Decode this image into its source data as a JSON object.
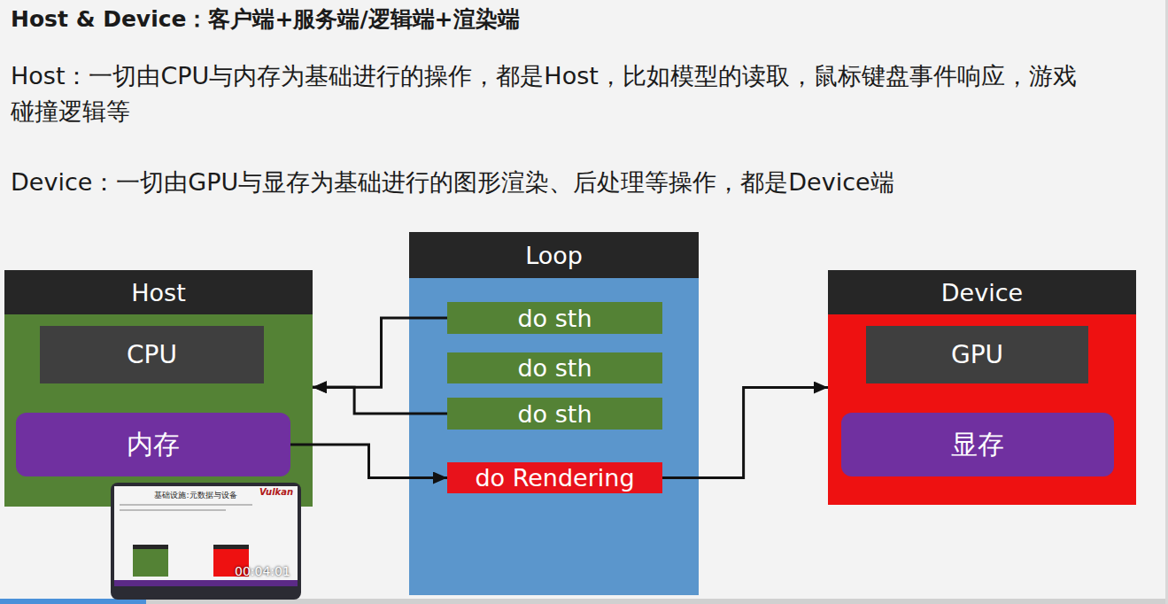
{
  "diagram": {
    "title": "Host & Device：客户端+服务端/逻辑端+渲染端",
    "nodes": [
      {
        "text": [
          "Host"
        ]
      },
      {
        "text": [
          "CPU"
        ],
        "in": 0
      },
      {
        "text": [
          "内存"
        ],
        "in": 0
      },
      {
        "text": [
          "Loop"
        ]
      },
      {
        "text": [
          "do sth"
        ],
        "in": 3
      },
      {
        "text": [
          "do sth"
        ],
        "in": 3
      },
      {
        "text": [
          "do sth"
        ],
        "in": 3
      },
      {
        "text": [
          "do Rendering"
        ],
        "in": 3
      },
      {
        "text": [
          "Device"
        ]
      },
      {
        "text": [
          "GPU"
        ],
        "in": 8
      },
      {
        "text": [
          "显存"
        ],
        "in": 8
      }
    ],
    "edges": [
      {
        "from": 4,
        "to": 0,
        "arrow": "to"
      },
      {
        "from": 6,
        "to": 0,
        "arrow": "to"
      },
      {
        "from": 2,
        "to": 7,
        "arrow": "to"
      },
      {
        "from": 7,
        "to": 8,
        "arrow": "to"
      }
    ],
    "labels": [
      "Host：一切由CPU与内存为基础进行的操作，都是Host，比如模型的读取，鼠标键盘事件响应，游戏碰撞逻辑等",
      "Device：一切由GPU与显存为基础进行的图形渲染、后处理等操作，都是Device端",
      "基础设施:元数据与设备",
      "Vulkan",
      "00:04:01"
    ]
  }
}
